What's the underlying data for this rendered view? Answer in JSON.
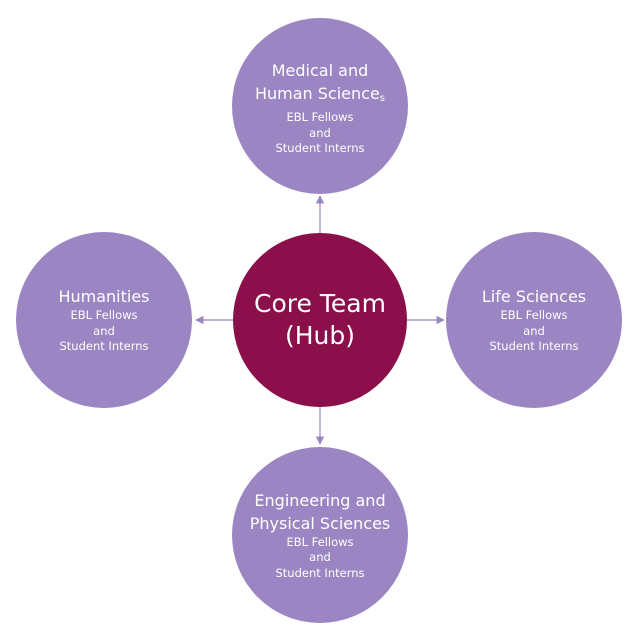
{
  "colors": {
    "hub": "#8a0f4a",
    "satellite": "#9b85c2",
    "connector": "#9b85c2",
    "text": "#ffffff"
  },
  "hub": {
    "title": "Core Team\n(Hub)"
  },
  "nodes": {
    "top": {
      "title": "Medical and\nHuman Science",
      "title_suffix": "s",
      "subtitle": "EBL Fellows\nand\nStudent Interns"
    },
    "left": {
      "title": "Humanities",
      "subtitle": "EBL Fellows\nand\nStudent Interns"
    },
    "right": {
      "title": "Life Sciences",
      "subtitle": "EBL Fellows\nand\nStudent Interns"
    },
    "bottom": {
      "title": "Engineering and\nPhysical Sciences",
      "subtitle": "EBL Fellows\nand\nStudent Interns"
    }
  }
}
